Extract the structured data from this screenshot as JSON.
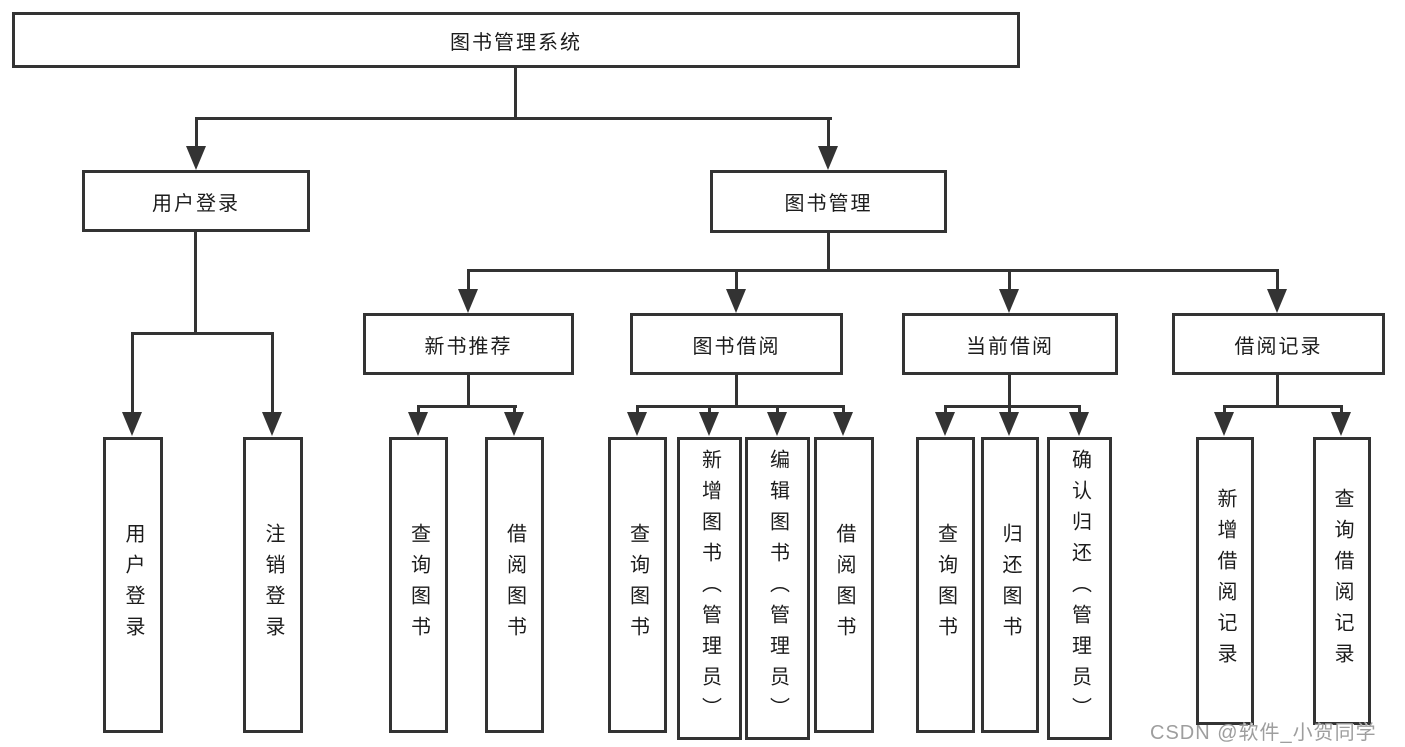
{
  "diagram": {
    "title": "图书管理系统",
    "root": {
      "label": "图书管理系统"
    },
    "level2": {
      "user_login": {
        "label": "用户登录",
        "children": {
          "login": {
            "label": "用户登录"
          },
          "logout": {
            "label": "注销登录"
          }
        }
      },
      "book_management": {
        "label": "图书管理",
        "children": {
          "new_book_recommend": {
            "label": "新书推荐",
            "children": {
              "query_books": {
                "label": "查询图书"
              },
              "borrow_books": {
                "label": "借阅图书"
              }
            }
          },
          "book_borrowing": {
            "label": "图书借阅",
            "children": {
              "query_books": {
                "label": "查询图书"
              },
              "add_books": {
                "label": "新增图书（管理员）"
              },
              "edit_books": {
                "label": "编辑图书（管理员）"
              },
              "borrow_books": {
                "label": "借阅图书"
              }
            }
          },
          "current_borrowing": {
            "label": "当前借阅",
            "children": {
              "query_books": {
                "label": "查询图书"
              },
              "return_books": {
                "label": "归还图书"
              },
              "confirm_return": {
                "label": "确认归还（管理员）"
              }
            }
          },
          "borrowing_records": {
            "label": "借阅记录",
            "children": {
              "add_record": {
                "label": "新增借阅记录"
              },
              "query_record": {
                "label": "查询借阅记录"
              }
            }
          }
        }
      }
    },
    "colors": {
      "line": "#333333",
      "box_border": "#333333",
      "box_fill": "#ffffff",
      "text": "#1c1c1c",
      "watermark": "#9e9e9e"
    }
  },
  "watermark": {
    "text": "CSDN @软件_小贺同学"
  }
}
